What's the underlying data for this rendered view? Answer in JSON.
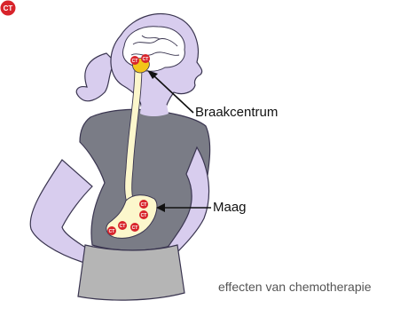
{
  "labels": {
    "braakcentrum": "Braakcentrum",
    "maag": "Maag"
  },
  "legend": {
    "badge_text": "CT",
    "text": "effecten van chemotherapie"
  },
  "colors": {
    "skin": "#d8cdee",
    "skin_outline": "#3a3550",
    "shirt": "#7a7c86",
    "skirt": "#b5b5b5",
    "brain": "#ffffff",
    "nerve": "#fcf7cc",
    "vomit_center": "#f2c51a",
    "ct_red": "#d8242b"
  }
}
